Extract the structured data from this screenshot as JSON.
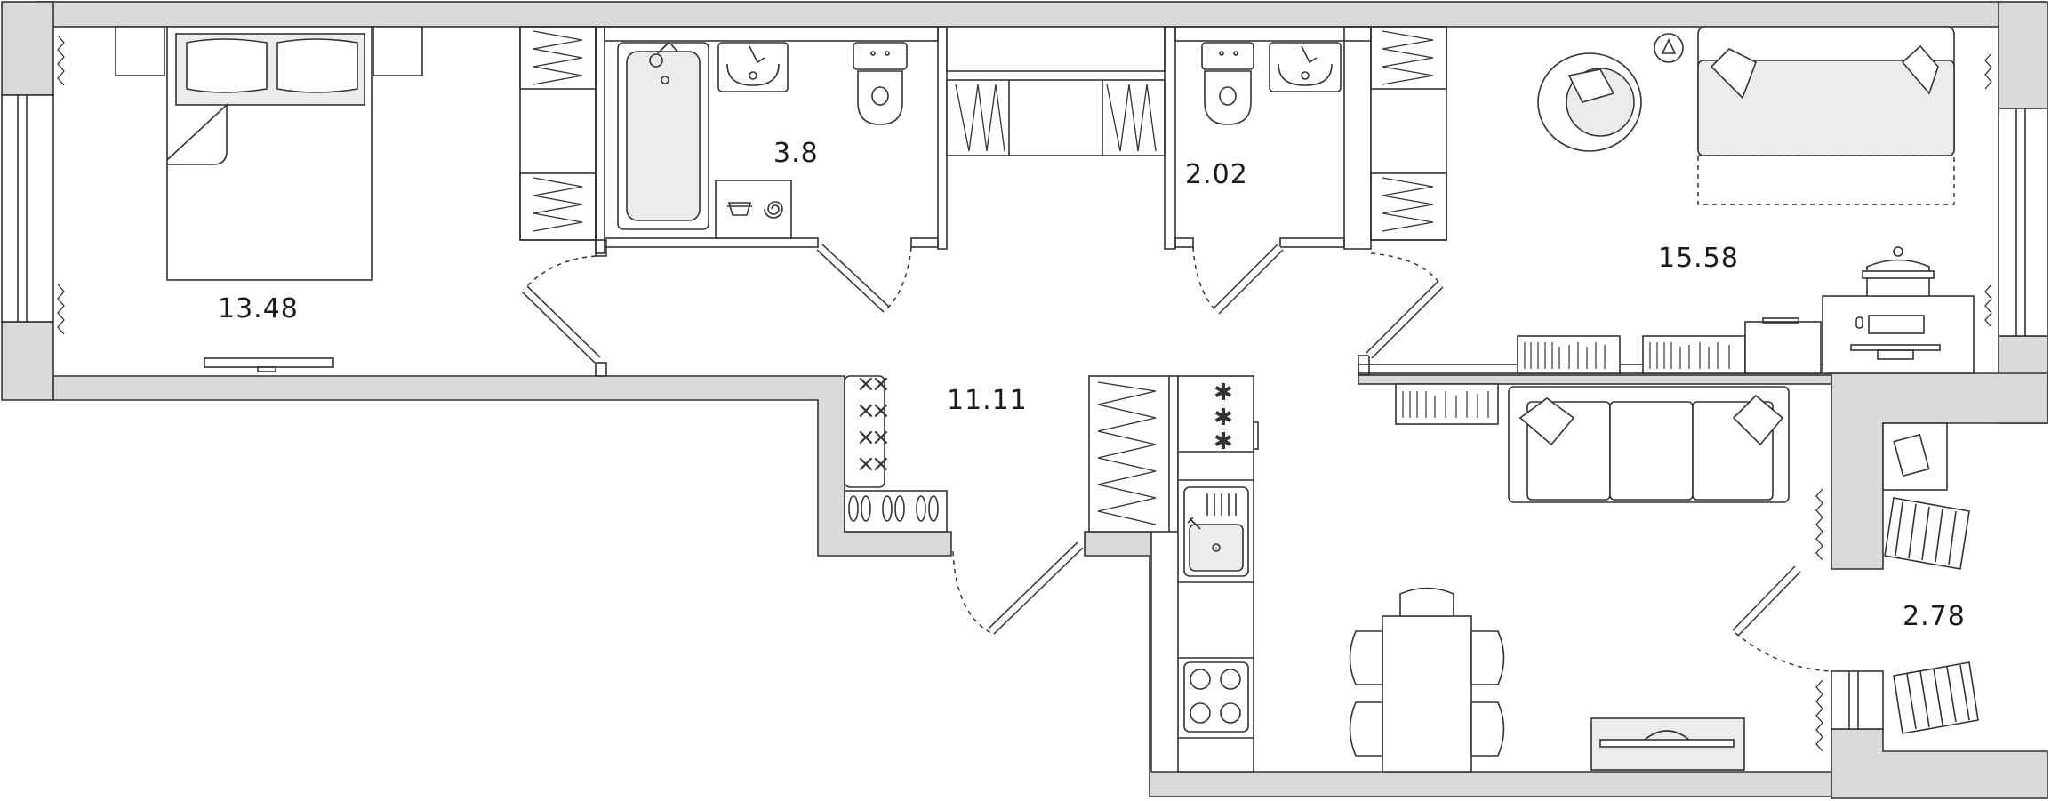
{
  "rooms": [
    {
      "id": "bedroom",
      "area": "13.48"
    },
    {
      "id": "bathroom",
      "area": "3.8"
    },
    {
      "id": "wc",
      "area": "2.02"
    },
    {
      "id": "living-kitchen",
      "area": "15.58"
    },
    {
      "id": "hallway",
      "area": "11.11"
    },
    {
      "id": "balcony",
      "area": "2.78"
    }
  ],
  "icons": {
    "stove_burner": "✱",
    "shoe_mark": "×"
  }
}
